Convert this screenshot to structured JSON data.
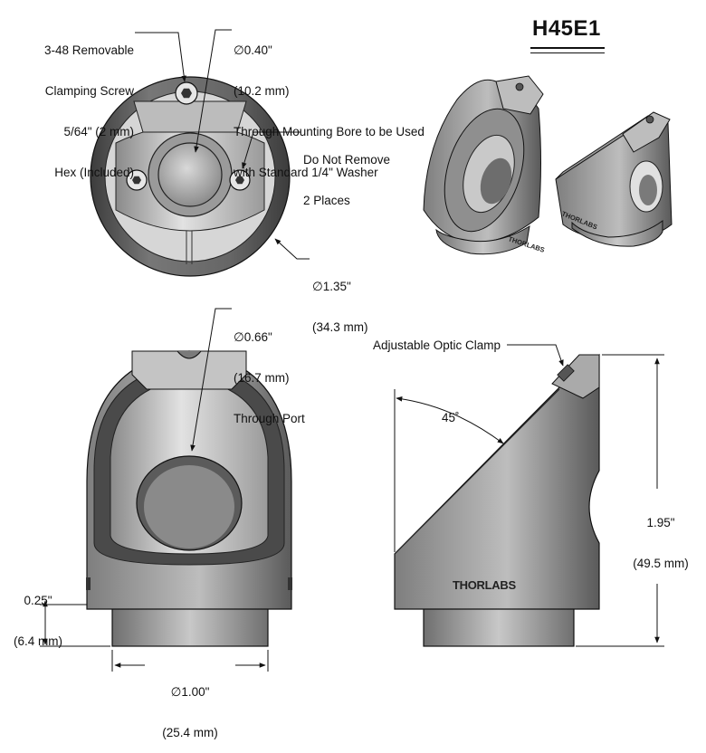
{
  "title": "H45E1",
  "brand_text": "THORLABS",
  "callouts": {
    "clamping_screw": [
      "3-48 Removable",
      "Clamping Screw",
      "5/64\" (2 mm)",
      "Hex (Included)"
    ],
    "mounting_bore": [
      "∅0.40\"",
      "(10.2 mm)",
      "Through Mounting Bore to be Used",
      "with Standard 1/4\" Washer"
    ],
    "do_not_remove": [
      "Do Not Remove",
      "2 Places"
    ],
    "outer_diameter": [
      "∅1.35\"",
      "(34.3 mm)"
    ],
    "through_port": [
      "∅0.66\"",
      "(16.7 mm)",
      "Through Port"
    ],
    "optic_clamp": "Adjustable Optic Clamp",
    "angle": "45˚",
    "height": [
      "1.95\"",
      "(49.5 mm)"
    ],
    "base_height": [
      "0.25\"",
      "(6.4 mm)"
    ],
    "base_diameter": [
      "∅1.00\"",
      "(25.4 mm)"
    ]
  },
  "colors": {
    "body_dark": "#3a3a3a",
    "body_mid": "#7a7a7a",
    "body_light": "#cfcfcf",
    "line": "#111111"
  }
}
